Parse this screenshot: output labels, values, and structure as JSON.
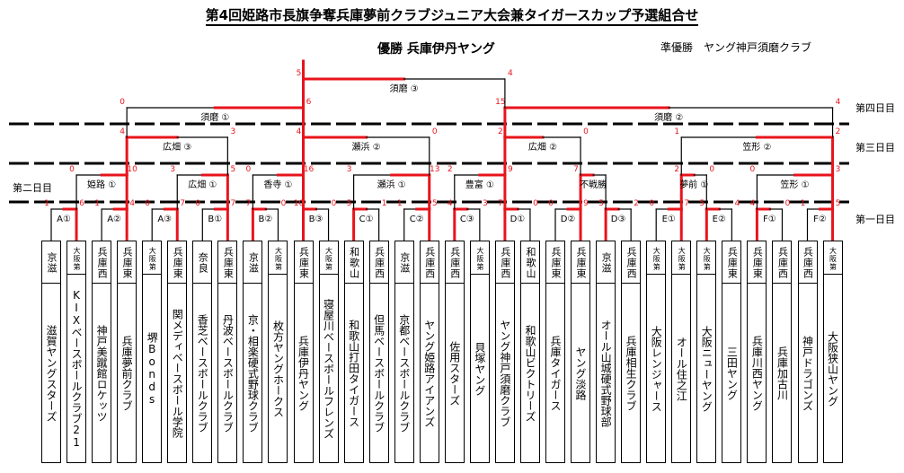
{
  "title": "第4回姫路市長旗争奪兵庫夢前クラブジュニア大会兼タイガースカップ予選組合せ",
  "champion": "優勝 兵庫伊丹ヤング",
  "runner_up": "準優勝　ヤング神戸須磨クラブ",
  "day_labels": {
    "day4": "第四日目",
    "day3": "第三日目",
    "day2": "第二日目",
    "day1": "第一日目"
  },
  "teams": [
    {
      "pref": "京滋",
      "name": "滋賀ヤングスターズ"
    },
    {
      "pref": "大阪第一",
      "name": "KIXベースボールクラブ21"
    },
    {
      "pref": "兵庫西",
      "name": "神戸美蹴館ロケッツ"
    },
    {
      "pref": "兵庫東",
      "name": "兵庫夢前クラブ"
    },
    {
      "pref": "大阪第二",
      "name": "堺Bonds"
    },
    {
      "pref": "兵庫東",
      "name": "関メディベースボール学院"
    },
    {
      "pref": "奈良",
      "name": "香芝ベースボールクラブ"
    },
    {
      "pref": "兵庫東",
      "name": "丹波ベースボールクラブ"
    },
    {
      "pref": "京滋",
      "name": "京・相楽硬式野球クラブ"
    },
    {
      "pref": "大阪第二",
      "name": "枚方ヤングホークス"
    },
    {
      "pref": "兵庫東",
      "name": "兵庫伊丹ヤング"
    },
    {
      "pref": "大阪第一",
      "name": "寝屋川ベースボールフレンズ"
    },
    {
      "pref": "和歌山",
      "name": "和歌山打田タイガース"
    },
    {
      "pref": "兵庫西",
      "name": "但馬ベースボールクラブ"
    },
    {
      "pref": "京滋",
      "name": "京都ベースボールクラブ"
    },
    {
      "pref": "兵庫西",
      "name": "ヤング姫路アイアンズ"
    },
    {
      "pref": "兵庫西",
      "name": "佐用スターズ"
    },
    {
      "pref": "大阪第一",
      "name": "貝塚ヤング"
    },
    {
      "pref": "兵庫西",
      "name": "ヤング神戸須磨クラブ"
    },
    {
      "pref": "和歌山",
      "name": "和歌山ビクトリーズ"
    },
    {
      "pref": "兵庫東",
      "name": "兵庫タイガース"
    },
    {
      "pref": "兵庫東",
      "name": "ヤング淡路"
    },
    {
      "pref": "京滋",
      "name": "オール山城硬式野球部"
    },
    {
      "pref": "兵庫西",
      "name": "兵庫相生クラブ"
    },
    {
      "pref": "大阪第二",
      "name": "大阪レンジャース"
    },
    {
      "pref": "大阪第二",
      "name": "オール住之江"
    },
    {
      "pref": "大阪第一",
      "name": "大阪ニューヤング"
    },
    {
      "pref": "兵庫東",
      "name": "三田ヤング"
    },
    {
      "pref": "兵庫東",
      "name": "兵庫川西ヤング"
    },
    {
      "pref": "兵庫西",
      "name": "兵庫加古川"
    },
    {
      "pref": "兵庫西",
      "name": "神戸ドラゴンズ"
    },
    {
      "pref": "大阪第一",
      "name": "大阪狭山ヤング"
    }
  ],
  "day1_games": [
    {
      "label": "A①",
      "a": 0,
      "b": 1,
      "sa": 1,
      "sb": 6,
      "w": 1
    },
    {
      "label": "A②",
      "a": 2,
      "b": 3,
      "sa": 1,
      "sb": 4,
      "w": 1
    },
    {
      "label": "A③",
      "a": 4,
      "b": 5,
      "sa": 0,
      "sb": 7,
      "w": 1
    },
    {
      "label": "B①",
      "a": 6,
      "b": 7,
      "sa": 0,
      "sb": 7,
      "w": 1
    },
    {
      "label": "B②",
      "a": 8,
      "b": 9,
      "sa": 7,
      "sb": 0,
      "w": 0
    },
    {
      "label": "B③",
      "a": 10,
      "b": 11,
      "sa": 10,
      "sb": 0,
      "w": 0
    },
    {
      "label": "C①",
      "a": 12,
      "b": 13,
      "sa": 5,
      "sb": 1,
      "w": 0
    },
    {
      "label": "C②",
      "a": 14,
      "b": 15,
      "sa": 1,
      "sb": 5,
      "w": 1
    },
    {
      "label": "C③",
      "a": 16,
      "b": 17,
      "sa": 4,
      "sb": 3,
      "w": 0
    },
    {
      "label": "D①",
      "a": 18,
      "b": 19,
      "sa": 7,
      "sb": 0,
      "w": 0
    },
    {
      "label": "D②",
      "a": 20,
      "b": 21,
      "sa": 0,
      "sb": 9,
      "w": 1
    },
    {
      "label": "D③",
      "a": 22,
      "b": 23,
      "sa": 5,
      "sb": 2,
      "w": 0
    },
    {
      "label": "E①",
      "a": 24,
      "b": 25,
      "sa": 0,
      "sb": 7,
      "w": 1
    },
    {
      "label": "E②",
      "a": 26,
      "b": 27,
      "sa": 5,
      "sb": 4,
      "w": 0
    },
    {
      "label": "F①",
      "a": 28,
      "b": 29,
      "sa": 4,
      "sb": 0,
      "w": 0
    },
    {
      "label": "F②",
      "a": 30,
      "b": 31,
      "sa": 1,
      "sb": 5,
      "w": 1
    }
  ],
  "day2_games": [
    {
      "venue": "姫路 ①",
      "a": 0,
      "b": 1,
      "sa": 0,
      "sb": 10,
      "w": 1
    },
    {
      "venue": "広畑 ①",
      "a": 2,
      "b": 3,
      "sa": 3,
      "sb": 5,
      "w": 1
    },
    {
      "venue": "香寺 ①",
      "a": 4,
      "b": 5,
      "sa": 0,
      "sb": 16,
      "w": 1
    },
    {
      "venue": "瀬浜 ①",
      "a": 6,
      "b": 7,
      "sa": 3,
      "sb": 13,
      "w": 1
    },
    {
      "venue": "豊富 ①",
      "a": 8,
      "b": 9,
      "sa": 2,
      "sb": 9,
      "w": 1
    },
    {
      "venue": "不戦勝",
      "a": 10,
      "b": 11,
      "sa": 7,
      "sb": null,
      "w": 0
    },
    {
      "venue": "夢前 ①",
      "a": 12,
      "b": 13,
      "sa": 2,
      "sb": 0,
      "w": 0
    },
    {
      "venue": "笠形 ①",
      "a": 14,
      "b": 15,
      "sa": 0,
      "sb": 3,
      "w": 1
    }
  ],
  "day3_games": [
    {
      "venue": "広畑 ③",
      "sa": 4,
      "sb": 3,
      "w": 0
    },
    {
      "venue": "瀬浜 ②",
      "sa": 4,
      "sb": 0,
      "w": 0
    },
    {
      "venue": "広畑 ②",
      "sa": 2,
      "sb": 0,
      "w": 0
    },
    {
      "venue": "笠形 ②",
      "sa": 1,
      "sb": 2,
      "w": 1
    }
  ],
  "day4_games": [
    {
      "venue": "須磨 ①",
      "sa": 0,
      "sb": 6,
      "w": 1
    },
    {
      "venue": "須磨 ②",
      "sa": 15,
      "sb": 4,
      "w": 0
    }
  ],
  "final_game": {
    "venue": "須磨 ③",
    "sa": 5,
    "sb": 4,
    "w": 0
  },
  "colors": {
    "win": "#e8141c",
    "line": "#000000",
    "score": "#e8141c"
  }
}
